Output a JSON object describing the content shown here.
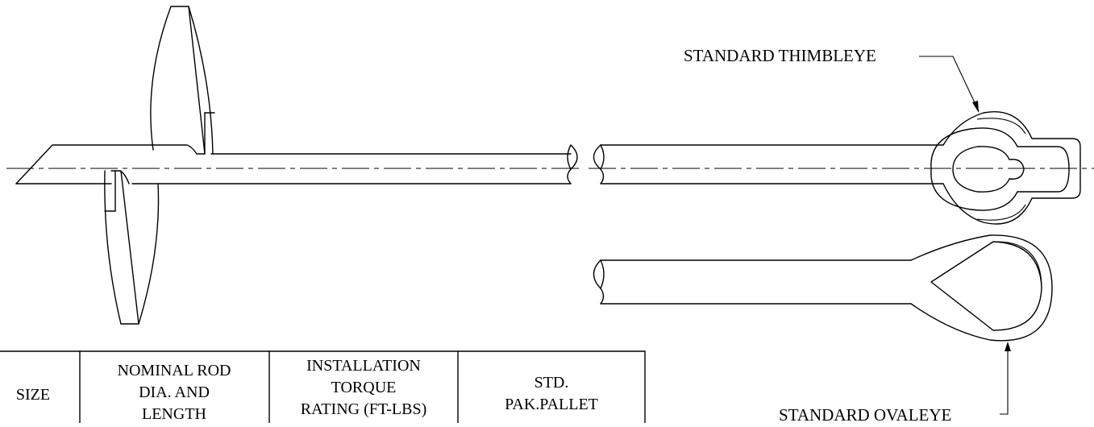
{
  "labels": {
    "thimbleye": "STANDARD THIMBLEYE",
    "ovaleye": "STANDARD OVALEYE"
  },
  "table": {
    "headers": [
      [
        "SIZE"
      ],
      [
        "NOMINAL ROD",
        "DIA. AND",
        "LENGTH"
      ],
      [
        "INSTALLATION",
        "TORQUE",
        "RATING (FT-LBS)"
      ],
      [
        "STD.",
        "PAK.PALLET"
      ]
    ]
  }
}
